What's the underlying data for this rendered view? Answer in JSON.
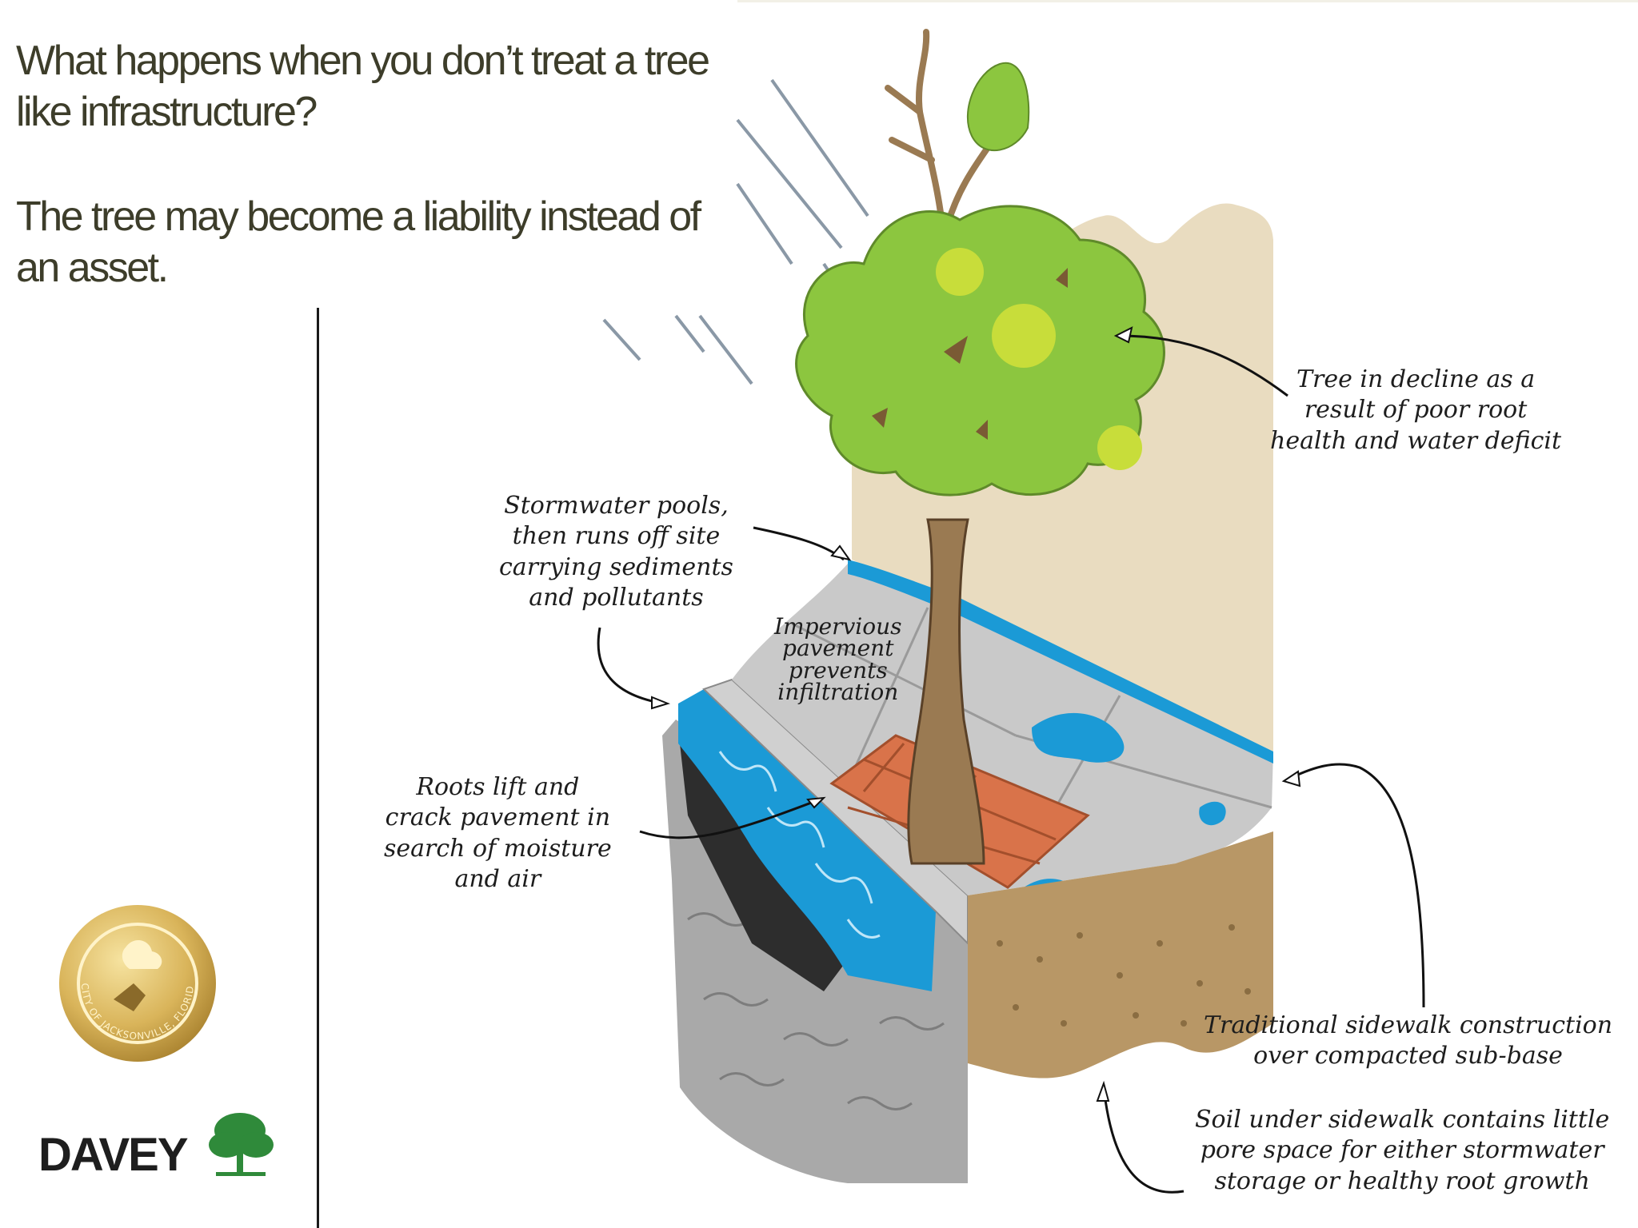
{
  "slide": {
    "question": "What happens when you don’t treat a tree like infrastructure?",
    "answer": "The tree may become a liability instead of an asset."
  },
  "labels": {
    "tree_decline": [
      "Tree in decline as a",
      "result of poor root",
      "health and water deficit"
    ],
    "stormwater": [
      "Stormwater pools,",
      "then runs off site",
      "carrying sediments",
      "and pollutants"
    ],
    "impervious": [
      "Impervious",
      "pavement",
      "prevents",
      "infiltration"
    ],
    "roots": [
      "Roots lift and",
      "crack pavement in",
      "search of moisture",
      "and air"
    ],
    "sidewalk": [
      "Traditional sidewalk construction",
      "over compacted sub-base"
    ],
    "soil": [
      "Soil under sidewalk contains little",
      "pore space for either stormwater",
      "storage or healthy root growth"
    ]
  },
  "logos": {
    "seal_text": "CITY OF JACKSONVILLE, FLORIDA",
    "company": "DAVEY"
  },
  "colors": {
    "title": "#3d3d2a",
    "water": "#1b9ad6",
    "foliage": "#8cc63f",
    "brick": "#d9734a",
    "soil": "#b89766",
    "gravel": "#a9a9a9",
    "davey_green": "#2f8a3a"
  },
  "icons": [
    "city-seal-icon",
    "davey-tree-icon"
  ]
}
